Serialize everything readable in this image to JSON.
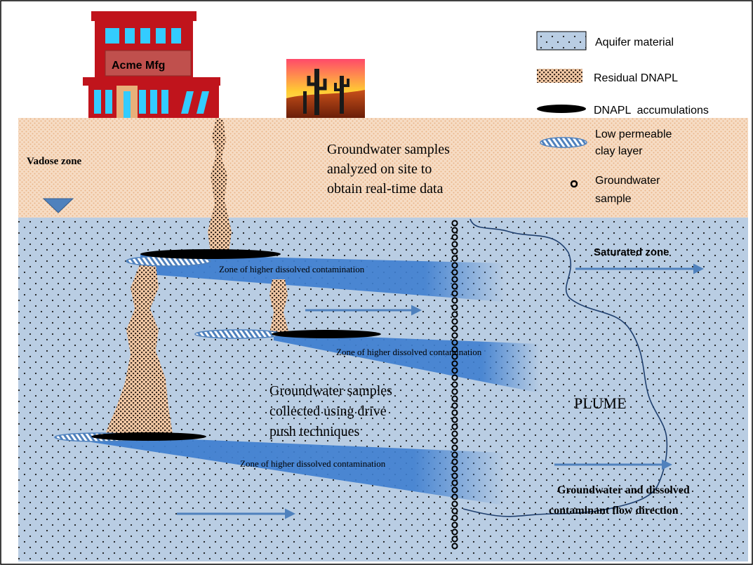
{
  "colors": {
    "aquifer_fill": "#b9cde3",
    "aquifer_dots": "#1a1a1a",
    "vadose_fill": "#f6dcc4",
    "vadose_dots": "#e9b487",
    "dnapl_residual_base": "#f3c9a5",
    "dnapl_residual_dots": "#3a2a20",
    "dnapl_pool": "#000000",
    "plume_blue": "#3f7fd0",
    "arrow_blue": "#4f81bd",
    "water_table": "#4f81bd",
    "building_red": "#c0141c",
    "building_window": "#33ccff",
    "sign_fill": "#c0504d"
  },
  "building": {
    "sign_label": "Acme Mfg"
  },
  "icons": {
    "desert_scene": "desert-cactus-sunset-icon",
    "water_table": "water-table-triangle-icon"
  },
  "legend": {
    "aquifer": "Aquifer material",
    "residual": "Residual DNAPL",
    "accumulations": "DNAPL  accumulations",
    "clay_line1": "Low permeable",
    "clay_line2": "clay layer",
    "sample_line1": "Groundwater",
    "sample_line2": "sample"
  },
  "labels": {
    "vadose_zone": "Vadose zone",
    "onsite_line1": "Groundwater samples",
    "onsite_line2": "analyzed on site to",
    "onsite_line3": "obtain real-time data",
    "saturated_zone": "Saturated zone",
    "zone1": "Zone of higher dissolved contamination",
    "zone2": "Zone of higher dissolved contamination",
    "zone3": "Zone of higher dissolved contamination",
    "drive_line1": "Groundwater samples",
    "drive_line2": "collected using drive",
    "drive_line3": "push techniques",
    "plume": "PLUME",
    "flow_line1": "Groundwater and dissolved",
    "flow_line2": "contaminant flow direction"
  }
}
